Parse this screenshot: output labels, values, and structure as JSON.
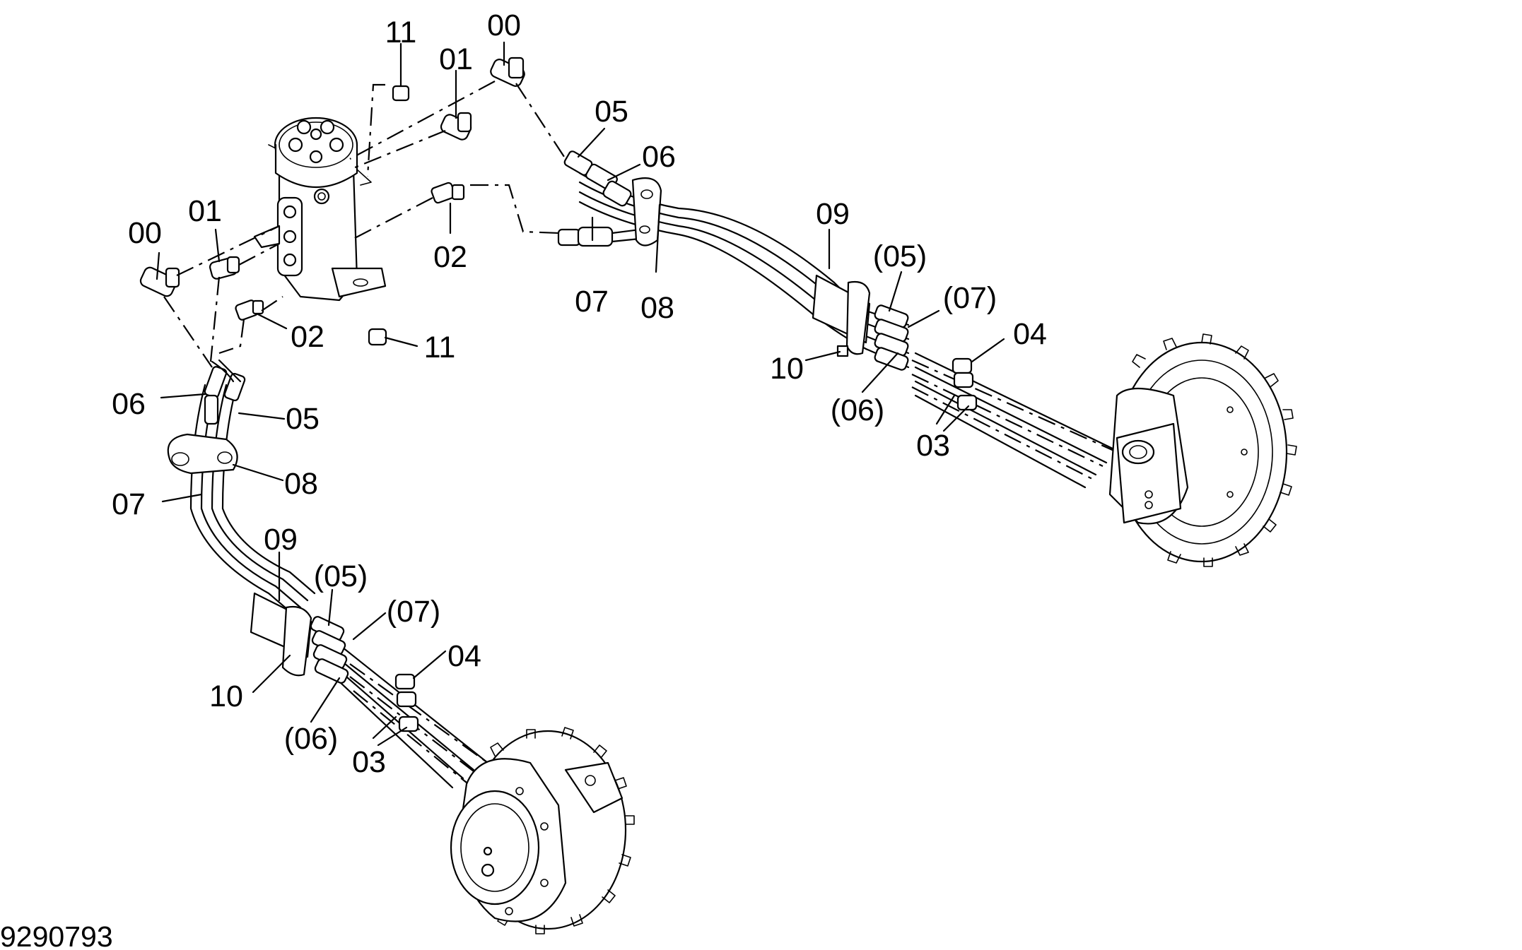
{
  "drawing_number": "9290793",
  "callouts": {
    "c00_top": "00",
    "c01_top": "01",
    "c11_top": "11",
    "c05_right": "05",
    "c06_right": "06",
    "c00_left": "00",
    "c01_left": "01",
    "c02_mid": "02",
    "c07_mid": "07",
    "c08_mid": "08",
    "c09_right": "09",
    "c05p_right": "(05)",
    "c07p_right": "(07)",
    "c04_right": "04",
    "c02_left": "02",
    "c11_bottom": "11",
    "c10_right": "10",
    "c06p_right": "(06)",
    "c03_right": "03",
    "c06_left": "06",
    "c05_left": "05",
    "c08_left": "08",
    "c07_left": "07",
    "c09_left": "09",
    "c05p_left": "(05)",
    "c07p_left": "(07)",
    "c04_left": "04",
    "c10_left": "10",
    "c06p_left": "(06)",
    "c03_left": "03"
  }
}
